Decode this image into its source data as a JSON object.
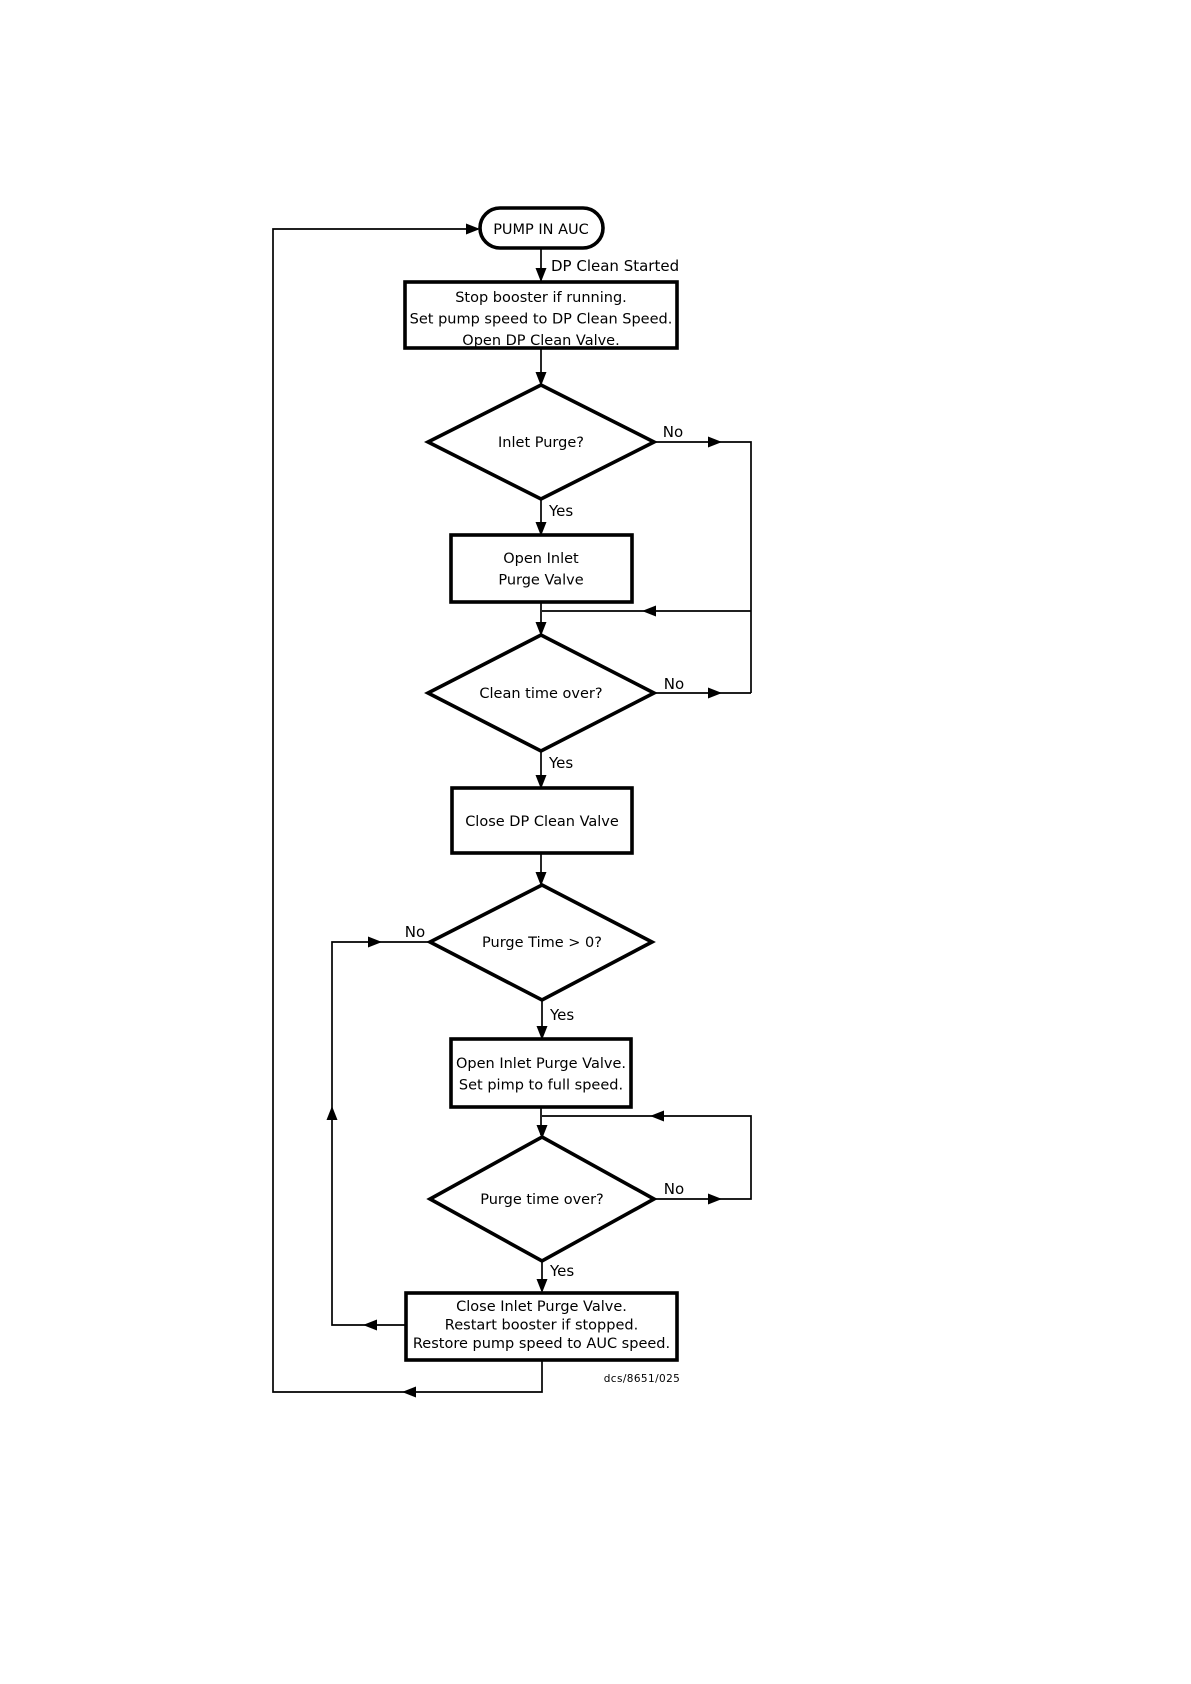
{
  "document": {
    "paper_color": "#ffffff",
    "ink_color": "#000000",
    "drawing_number": "dcs/8651/025"
  },
  "nodes": {
    "start": {
      "type": "terminal",
      "label": "PUMP IN AUC"
    },
    "stop_booster": {
      "type": "process",
      "lines": [
        "Stop booster if running.",
        "Set pump speed to DP Clean Speed.",
        "Open DP Clean Valve."
      ]
    },
    "inlet_purge": {
      "type": "decision",
      "label": "Inlet Purge?"
    },
    "open_inlet_purge_valve": {
      "type": "process",
      "lines": [
        "Open Inlet",
        "Purge Valve"
      ]
    },
    "clean_time_over": {
      "type": "decision",
      "label": "Clean time over?"
    },
    "close_dp_clean_valve": {
      "type": "process",
      "label": "Close DP Clean Valve"
    },
    "purge_time_gt_0": {
      "type": "decision",
      "label": "Purge Time > 0?"
    },
    "open_inlet_full_speed": {
      "type": "process",
      "lines": [
        "Open Inlet Purge Valve.",
        "Set pimp to full speed."
      ]
    },
    "purge_time_over": {
      "type": "decision",
      "label": "Purge time over?"
    },
    "close_inlet_restore": {
      "type": "process",
      "lines": [
        "Close Inlet Purge Valve.",
        "Restart booster if stopped.",
        "Restore pump speed to AUC speed."
      ]
    }
  },
  "edge_labels": {
    "dp_clean_started": "DP Clean Started",
    "inlet_purge_no": "No",
    "inlet_purge_yes": "Yes",
    "clean_time_over_no": "No",
    "clean_time_over_yes": "Yes",
    "purge_time_gt_0_no": "No",
    "purge_time_gt_0_yes": "Yes",
    "purge_time_over_no": "No",
    "purge_time_over_yes": "Yes"
  }
}
